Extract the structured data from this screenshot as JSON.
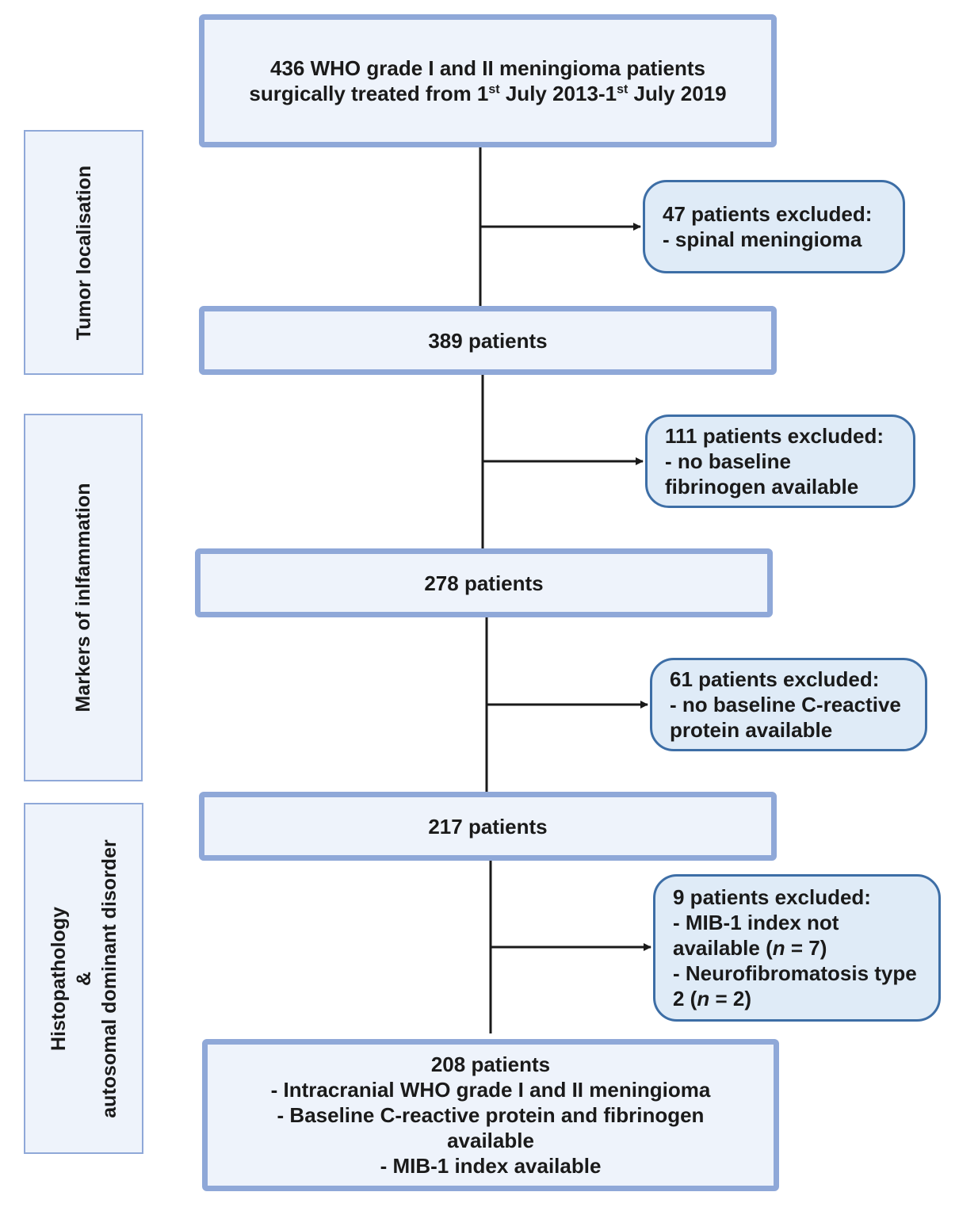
{
  "stages": [
    {
      "id": "tumor",
      "label": [
        "Tumor localisation"
      ]
    },
    {
      "id": "inflammation",
      "label": [
        "Markers of inlfammation"
      ]
    },
    {
      "id": "histopathology",
      "label": [
        "Histopathology",
        "&",
        "autosomal dominant disorder"
      ]
    }
  ],
  "flow": {
    "start": {
      "line1": "436 WHO grade I and II meningioma patients",
      "line2_a": "surgically treated from 1",
      "sup1": "st",
      "line2_b": " July 2013-1",
      "sup2": "st",
      "line2_c": " July 2019"
    },
    "step1": {
      "text": "389 patients"
    },
    "step2": {
      "text": "278 patients"
    },
    "step3": {
      "text": "217 patients"
    },
    "final": {
      "lines": [
        "208 patients",
        "- Intracranial WHO grade I and II meningioma",
        "- Baseline C-reactive protein and fibrinogen",
        "available",
        "- MIB-1 index available"
      ]
    }
  },
  "exclusions": [
    {
      "lines": [
        "47 patients excluded:",
        "- spinal meningioma"
      ]
    },
    {
      "lines": [
        "111 patients excluded:",
        "- no baseline",
        "fibrinogen available"
      ]
    },
    {
      "lines": [
        "61 patients excluded:",
        "- no baseline C-reactive",
        "protein available"
      ]
    },
    {
      "title": "9 patients excluded:",
      "mib_a": "- MIB-1 index not",
      "mib_b": "available (",
      "n1_var": "n",
      "n1_val": " = 7)",
      "nf_a": "- Neurofibromatosis type",
      "nf_b": "2 (",
      "n2_var": "n",
      "n2_val": " = 2)"
    }
  ],
  "colors": {
    "main_border": "#8fa8d8",
    "main_fill": "#eef3fb",
    "exclusion_border": "#3d6ea6",
    "exclusion_fill": "#dfebf7",
    "connector": "#1a1a1a"
  }
}
